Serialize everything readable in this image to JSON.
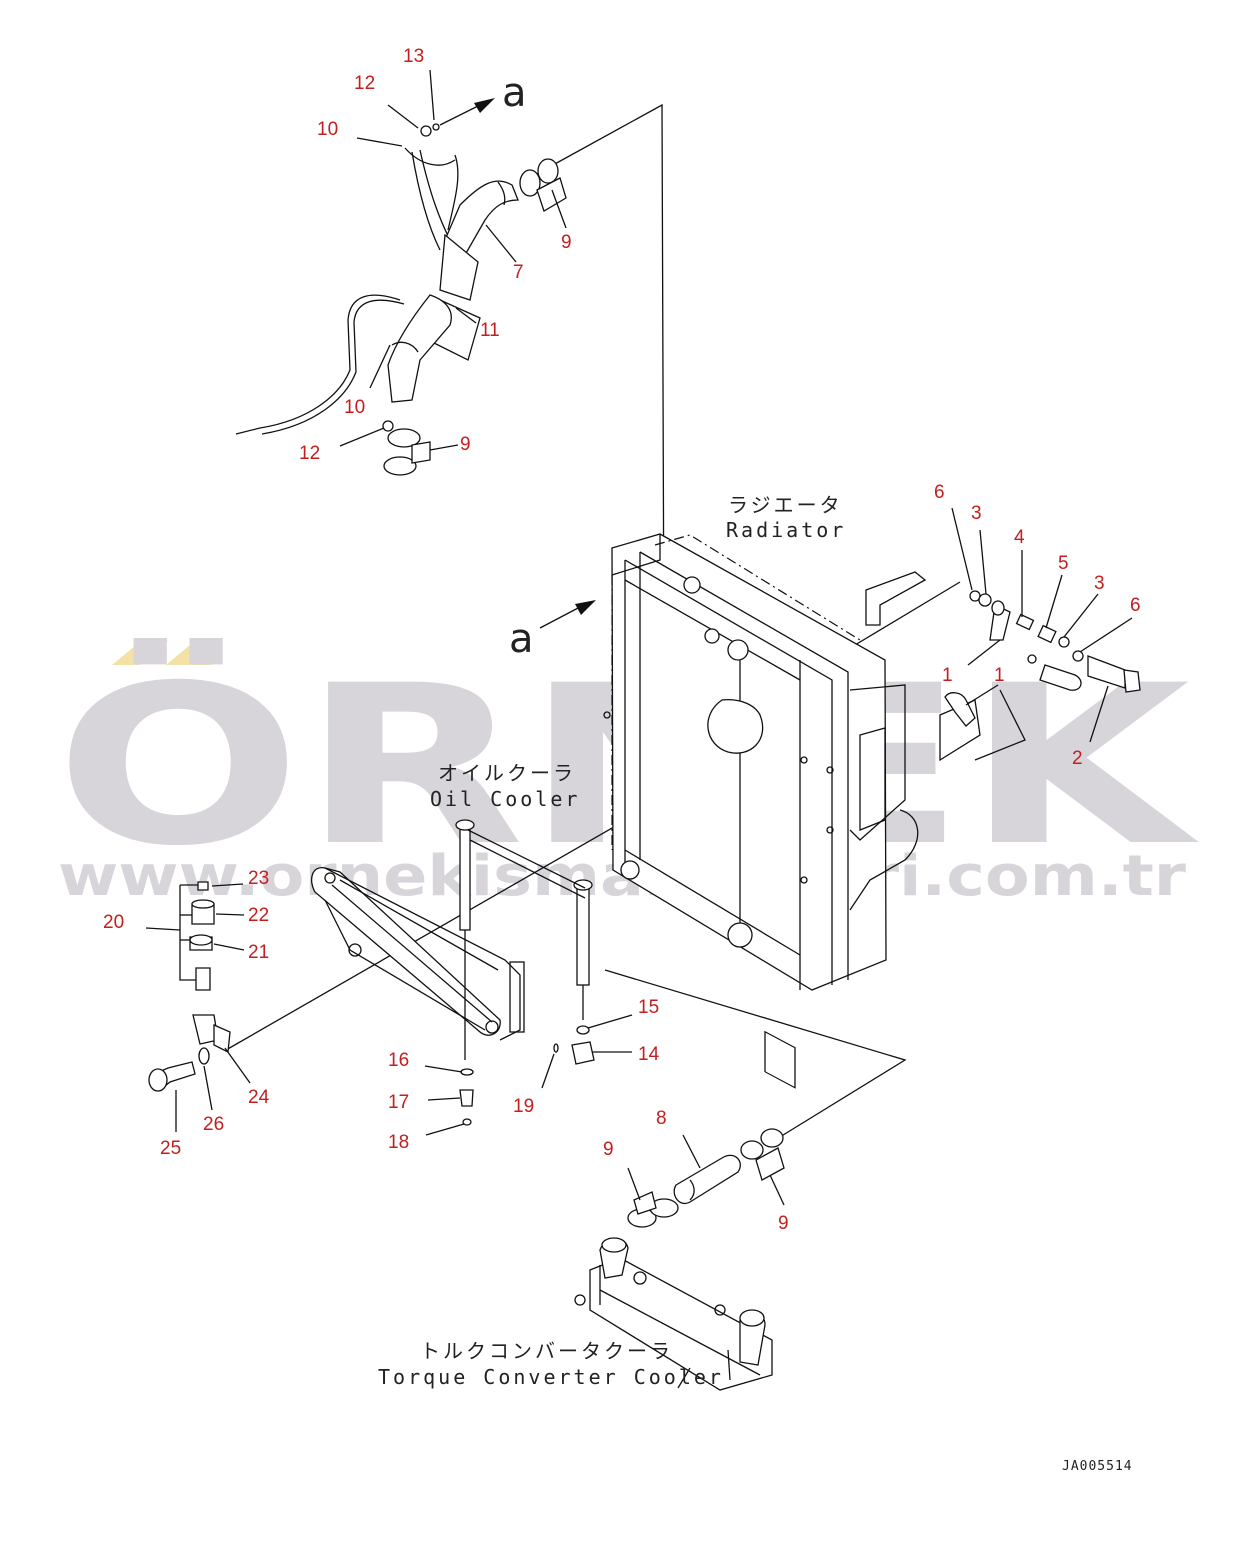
{
  "watermark": {
    "brand": "ÖRNEK",
    "url": "www.ornekismakinalari.com.tr",
    "color": "#d7d5da",
    "accent_color": "#f3e1a6"
  },
  "assemblies": {
    "radiator_jp": "ラジエータ",
    "radiator_en": "Radiator",
    "oil_cooler_jp": "オイルクーラ",
    "oil_cooler_en": "Oil Cooler",
    "tc_cooler_jp": "トルクコンバータクーラ",
    "tc_cooler_en": "Torque Converter Cooler"
  },
  "view_marker": "a",
  "drawing_code": "JA005514",
  "callout_color": "#c41e1e",
  "callouts": [
    "13",
    "12",
    "10",
    "9",
    "7",
    "11",
    "10",
    "12",
    "9",
    "6",
    "3",
    "4",
    "5",
    "3",
    "6",
    "1",
    "1",
    "2",
    "23",
    "22",
    "20",
    "21",
    "24",
    "25",
    "26",
    "16",
    "17",
    "18",
    "19",
    "15",
    "14",
    "8",
    "9",
    "9"
  ]
}
